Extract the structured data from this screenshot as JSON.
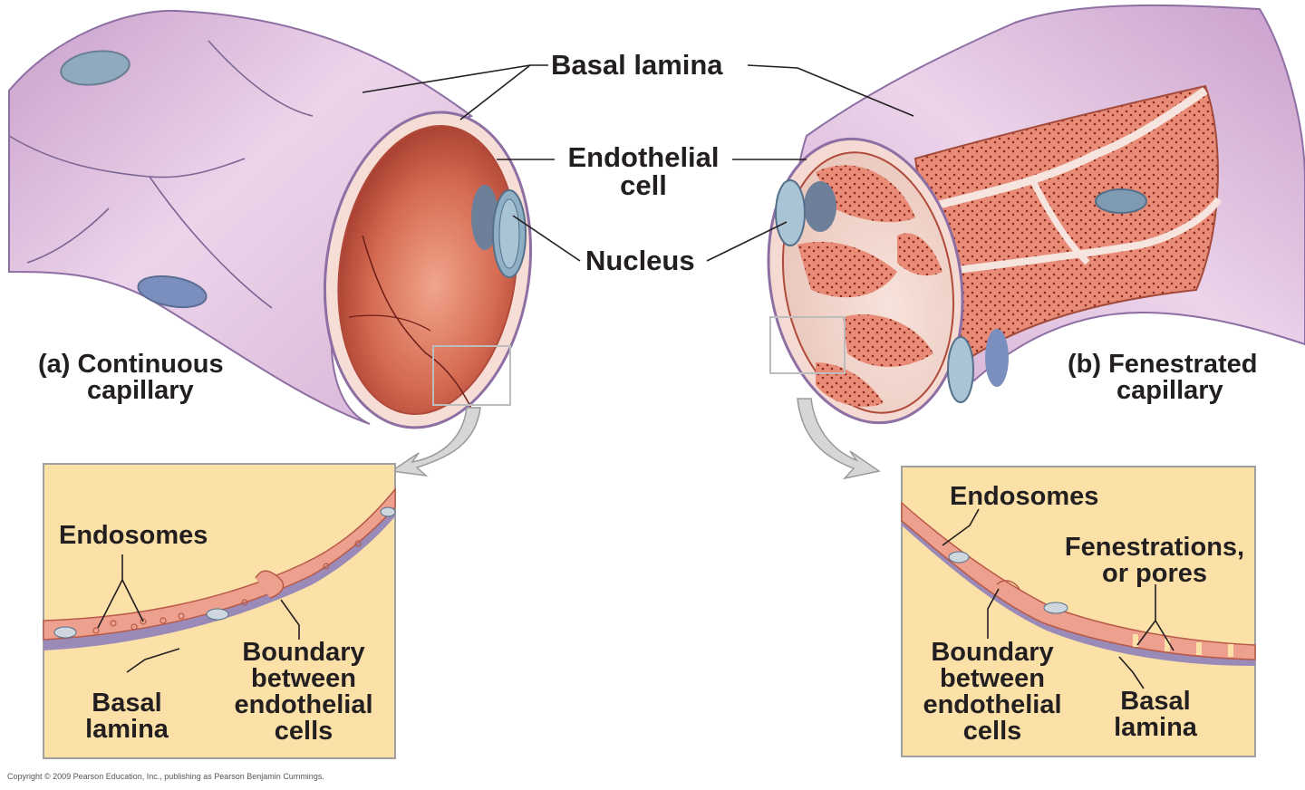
{
  "labels": {
    "basal_lamina_top": "Basal lamina",
    "endothelial_cell_line1": "Endothelial",
    "endothelial_cell_line2": "cell",
    "nucleus": "Nucleus",
    "continuous_line1": "(a) Continuous",
    "continuous_line2": "capillary",
    "fenestrated_line1": "(b) Fenestrated",
    "fenestrated_line2": "capillary"
  },
  "inset_left": {
    "endosomes": "Endosomes",
    "basal_line1": "Basal",
    "basal_line2": "lamina",
    "boundary_line1": "Boundary",
    "boundary_line2": "between",
    "boundary_line3": "endothelial",
    "boundary_line4": "cells"
  },
  "inset_right": {
    "endosomes": "Endosomes",
    "fenestrations_line1": "Fenestrations,",
    "fenestrations_line2": "or pores",
    "boundary_line1": "Boundary",
    "boundary_line2": "between",
    "boundary_line3": "endothelial",
    "boundary_line4": "cells",
    "basal_line1": "Basal",
    "basal_line2": "lamina"
  },
  "copyright": "Copyright © 2009 Pearson Education, Inc., publishing as Pearson Benjamin Cummings.",
  "colors": {
    "vessel_outer": "#dcb7dc",
    "vessel_inner": "#c9513c",
    "nucleus": "#8fa9bf",
    "inset_bg": "#fbe0a8",
    "endothelium": "#eea08e",
    "basal_lamina": "#9a8ab8"
  }
}
